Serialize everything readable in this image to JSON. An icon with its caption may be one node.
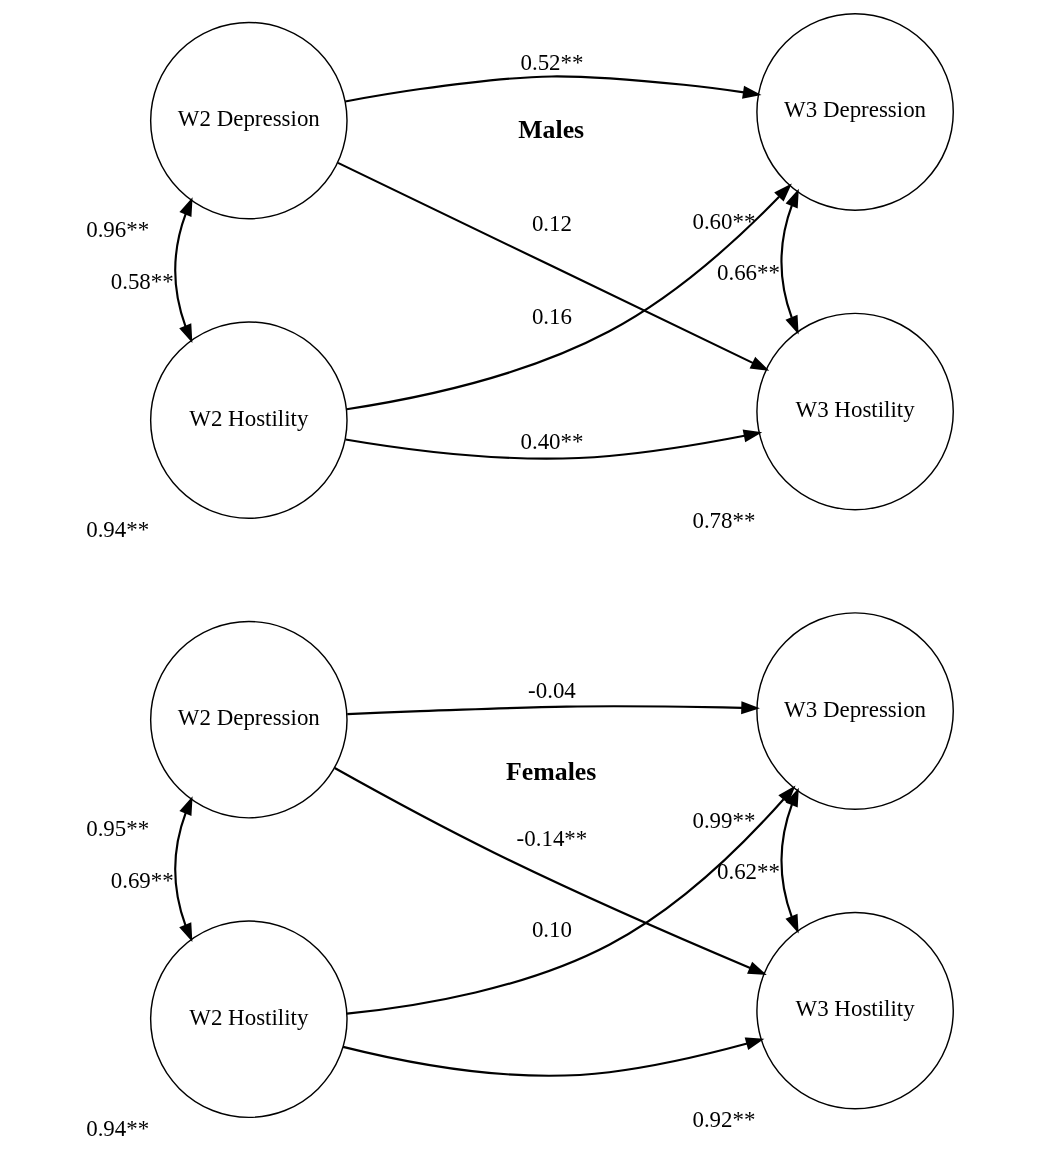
{
  "diagram": {
    "nodes": [
      {
        "text": [
          "W2 Depression"
        ],
        "beside": [
          "0.96**"
        ]
      },
      {
        "text": [
          "W3 Depression"
        ],
        "beside": [
          "0.60**"
        ]
      },
      {
        "text": [
          "W2 Hostility"
        ],
        "beside": [
          "0.94**"
        ]
      },
      {
        "text": [
          "W3 Hostility"
        ],
        "beside": [
          "0.78**"
        ]
      },
      {
        "text": [
          "W2 Depression"
        ],
        "beside": [
          "0.95**"
        ]
      },
      {
        "text": [
          "W3 Depression"
        ],
        "beside": [
          "0.99**"
        ]
      },
      {
        "text": [
          "W2 Hostility"
        ],
        "beside": [
          "0.94**"
        ]
      },
      {
        "text": [
          "W3 Hostility"
        ],
        "beside": [
          "0.92**"
        ]
      }
    ],
    "edges": [
      {
        "from": 0,
        "to": 1,
        "arrow": "to",
        "label": "0.52**"
      },
      {
        "from": 0,
        "to": 3,
        "arrow": "to",
        "label": "0.12"
      },
      {
        "from": 2,
        "to": 1,
        "arrow": "to",
        "label": "0.16"
      },
      {
        "from": 2,
        "to": 3,
        "arrow": "to",
        "label": "0.40**"
      },
      {
        "from": 0,
        "to": 2,
        "arrow": "both",
        "label": "0.58**"
      },
      {
        "from": 1,
        "to": 3,
        "arrow": "both",
        "label": "0.66**"
      },
      {
        "from": 4,
        "to": 5,
        "arrow": "to",
        "label": "-0.04"
      },
      {
        "from": 4,
        "to": 7,
        "arrow": "to",
        "label": "-0.14**"
      },
      {
        "from": 6,
        "to": 5,
        "arrow": "to",
        "label": "0.10"
      },
      {
        "from": 6,
        "to": 7,
        "arrow": "to"
      },
      {
        "from": 4,
        "to": 6,
        "arrow": "both",
        "label": "0.69**"
      },
      {
        "from": 5,
        "to": 7,
        "arrow": "both",
        "label": "0.62**"
      }
    ],
    "labels": [
      "Males",
      "Females"
    ]
  }
}
